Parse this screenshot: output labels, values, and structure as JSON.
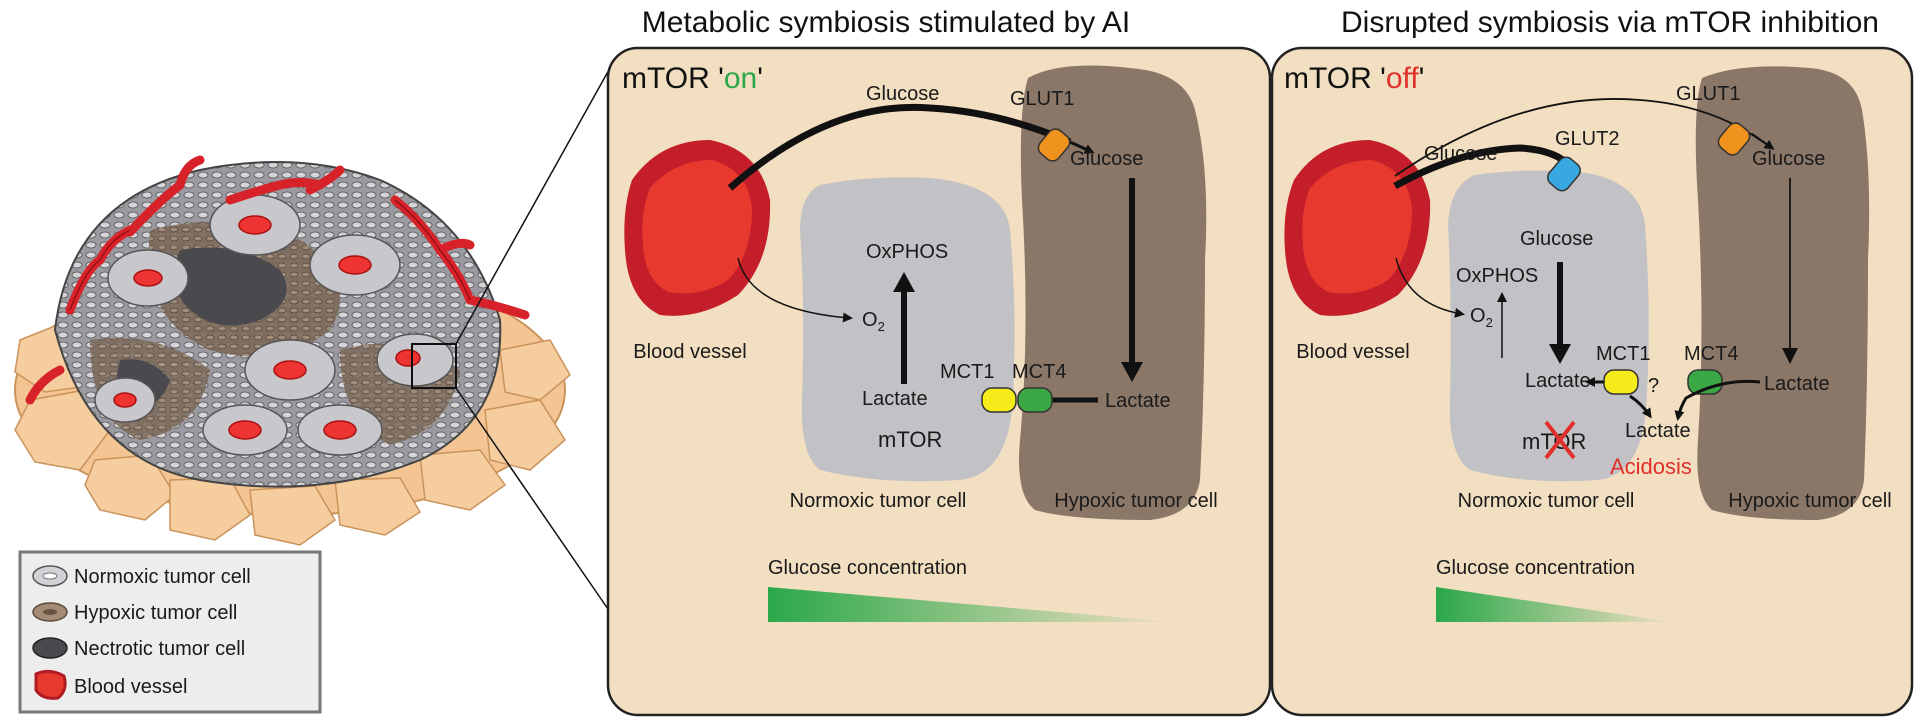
{
  "colors": {
    "panel_bg": "#f2dfc1",
    "vessel_outer": "#c41e2a",
    "vessel_inner": "#e8392e",
    "normoxic_cell": "#c2c2c6",
    "hypoxic_cell": "#8b7768",
    "glut1": "#f0921e",
    "glut2": "#3aa8e0",
    "mct1": "#f5ea1a",
    "mct4": "#3aa844",
    "on_text": "#2aa84a",
    "off_text": "#e0302a",
    "gradient": "#2aa84a"
  },
  "legend": {
    "items": [
      {
        "label": "Normoxic tumor cell",
        "icon": "normoxic-cell-icon"
      },
      {
        "label": "Hypoxic tumor cell",
        "icon": "hypoxic-cell-icon"
      },
      {
        "label": "Nectrotic tumor cell",
        "icon": "necrotic-cell-icon"
      },
      {
        "label": "Blood vessel",
        "icon": "blood-vessel-icon"
      }
    ]
  },
  "panel_on": {
    "title": "Metabolic symbiosis stimulated by AI",
    "state_prefix": "mTOR '",
    "state_word": "on",
    "state_suffix": "'",
    "glucose_top": "Glucose",
    "glut1": "GLUT1",
    "glucose_hypoxic": "Glucose",
    "oxphos": "OxPHOS",
    "o2": "O",
    "o2_sub": "2",
    "mct1": "MCT1",
    "mct4": "MCT4",
    "lactate_normoxic": "Lactate",
    "lactate_hypoxic": "Lactate",
    "mtor": "mTOR",
    "blood_vessel": "Blood vessel",
    "normoxic_label": "Normoxic tumor cell",
    "hypoxic_label": "Hypoxic tumor cell",
    "gradient_label": "Glucose concentration"
  },
  "panel_off": {
    "title": "Disrupted symbiosis via mTOR inhibition",
    "state_prefix": "mTOR '",
    "state_word": "off",
    "state_suffix": "'",
    "glucose_top": "Glucose",
    "glut1": "GLUT1",
    "glut2": "GLUT2",
    "glucose_hypoxic": "Glucose",
    "glucose_normoxic": "Glucose",
    "oxphos": "OxPHOS",
    "o2": "O",
    "o2_sub": "2",
    "mct1": "MCT1",
    "mct4": "MCT4",
    "question": "?",
    "lactate_normoxic": "Lactate",
    "lactate_hypoxic": "Lactate",
    "lactate_mid": "Lactate",
    "acidosis": "Acidosis",
    "mtor": "mTOR",
    "blood_vessel": "Blood vessel",
    "normoxic_label": "Normoxic tumor cell",
    "hypoxic_label": "Hypoxic tumor cell",
    "gradient_label": "Glucose concentration"
  }
}
